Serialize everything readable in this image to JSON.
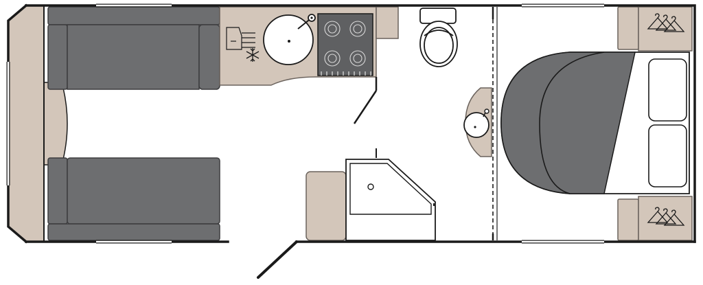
{
  "floorplan": {
    "colors": {
      "wall": "#1a1a1a",
      "upholstery": "#6d6e70",
      "upholstery_edge": "#3c3c3e",
      "worktop": "#d3c6ba",
      "worktop_edge": "#6a625c",
      "fixture": "#ffffff",
      "hob": "#5f6062",
      "line": "#2a2a2a"
    },
    "zones": [
      "lounge",
      "kitchen",
      "washroom",
      "bedroom"
    ],
    "icons": {
      "fridge": "fridge-snowflake-icon",
      "hanger": "clothes-hanger-icon"
    }
  }
}
